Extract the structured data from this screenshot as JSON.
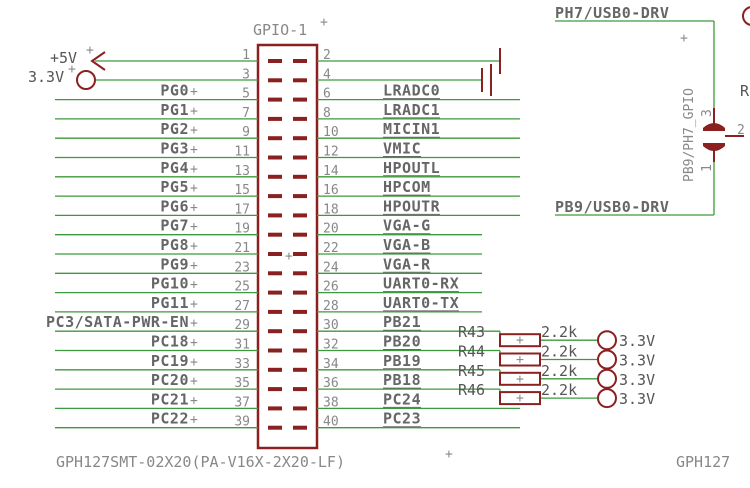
{
  "connector": {
    "name": "GPIO-1",
    "part": "GPH127SMT-02X20(PA-V16X-2X20-LF)",
    "left_pins": [
      "1",
      "3",
      "5",
      "7",
      "9",
      "11",
      "13",
      "15",
      "17",
      "19",
      "21",
      "23",
      "25",
      "27",
      "29",
      "31",
      "33",
      "35",
      "37",
      "39"
    ],
    "right_pins": [
      "2",
      "4",
      "6",
      "8",
      "10",
      "12",
      "14",
      "16",
      "18",
      "20",
      "22",
      "24",
      "26",
      "28",
      "30",
      "32",
      "34",
      "36",
      "38",
      "40"
    ],
    "left_nets": [
      "",
      "",
      "PG0",
      "PG1",
      "PG2",
      "PG3",
      "PG4",
      "PG5",
      "PG6",
      "PG7",
      "PG8",
      "PG9",
      "PG10",
      "PG11",
      "PC3/SATA-PWR-EN",
      "PC18",
      "PC19",
      "PC20",
      "PC21",
      "PC22"
    ],
    "right_nets": [
      "",
      "",
      "LRADC0",
      "LRADC1",
      "MICIN1",
      "VMIC",
      "HPOUTL",
      "HPCOM",
      "HPOUTR",
      "VGA-G",
      "VGA-B",
      "VGA-R",
      "UART0-RX",
      "UART0-TX",
      "PB21",
      "PB20",
      "PB19",
      "PB18",
      "PC24",
      "PC23"
    ]
  },
  "power": {
    "vcc5": "+5V",
    "vcc33": "3.3V"
  },
  "resistors": [
    {
      "ref": "R43",
      "value": "2.2k",
      "rail": "3.3V"
    },
    {
      "ref": "R44",
      "value": "2.2k",
      "rail": "3.3V"
    },
    {
      "ref": "R45",
      "value": "2.2k",
      "rail": "3.3V"
    },
    {
      "ref": "R46",
      "value": "2.2k",
      "rail": "3.3V"
    }
  ],
  "right_part": {
    "top_net": "PH7/USB0-DRV",
    "bottom_net": "PB9/USB0-DRV",
    "vertical_label": "PB9/PH7_GPIO",
    "pin_top": "3",
    "pin_bottom": "1",
    "pin_mid": "2",
    "cut_letter": "R",
    "footer": "GPH127"
  }
}
